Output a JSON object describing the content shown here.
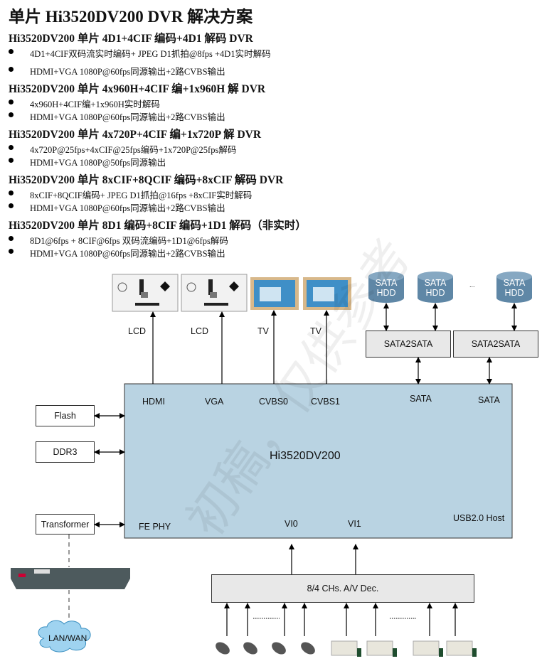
{
  "title": "单片 Hi3520DV200 DVR 解决方案",
  "sections": [
    {
      "heading": "Hi3520DV200 单片 4D1+4CIF 编码+4D1 解码 DVR",
      "bullets": [
        "4D1+4CIF双码流实时编码+ JPEG D1抓拍@8fps +4D1实时解码",
        "HDMI+VGA 1080P@60fps同源输出+2路CVBS输出"
      ]
    },
    {
      "heading": "Hi3520DV200 单片 4x960H+4CIF 编+1x960H 解 DVR",
      "bullets": [
        "4x960H+4CIF编+1x960H实时解码",
        "HDMI+VGA 1080P@60fps同源输出+2路CVBS输出"
      ]
    },
    {
      "heading": "Hi3520DV200 单片 4x720P+4CIF 编+1x720P 解 DVR",
      "bullets": [
        "4x720P@25fps+4xCIF@25fps编码+1x720P@25fps解码",
        "HDMI+VGA 1080P@50fps同源输出"
      ]
    },
    {
      "heading": "Hi3520DV200 单片 8xCIF+8QCIF 编码+8xCIF 解码 DVR",
      "bullets": [
        "8xCIF+8QCIF编码+ JPEG D1抓拍@16fps +8xCIF实时解码",
        "HDMI+VGA 1080P@60fps同源输出+2路CVBS输出"
      ]
    },
    {
      "heading": "Hi3520DV200 单片 8D1 编码+8CIF 编码+1D1 解码（非实时）",
      "bullets": [
        "8D1@6fps + 8CIF@6fps  双码流编码+1D1@6fps解码",
        "HDMI+VGA 1080P@60fps同源输出+2路CVBS输出"
      ]
    }
  ],
  "diagram": {
    "chip": "Hi3520DV200",
    "chip_ports": {
      "hdmi": "HDMI",
      "vga": "VGA",
      "cvbs0": "CVBS0",
      "cvbs1": "CVBS1",
      "sata1": "SATA",
      "sata2": "SATA",
      "fephy": "FE PHY",
      "vi0": "VI0",
      "vi1": "VI1",
      "usb": "USB2.0 Host"
    },
    "displays": [
      "LCD",
      "LCD",
      "TV",
      "TV"
    ],
    "left_blocks": [
      "Flash",
      "DDR3",
      "Transformer"
    ],
    "hdd": [
      "SATA",
      "HDD"
    ],
    "hdd_ellipsis": "...",
    "bridge": [
      "SATA2SATA",
      "SATA2SATA"
    ],
    "decoder": "8/4 CHs. A/V Dec.",
    "network": "LAN/WAN",
    "watermark": "初稿，仅供参考",
    "colors": {
      "chip": "#b9d3e2",
      "hdd": "#5f87a6",
      "block": "#e8e8e8",
      "cloud": "#9fd3f0"
    }
  }
}
